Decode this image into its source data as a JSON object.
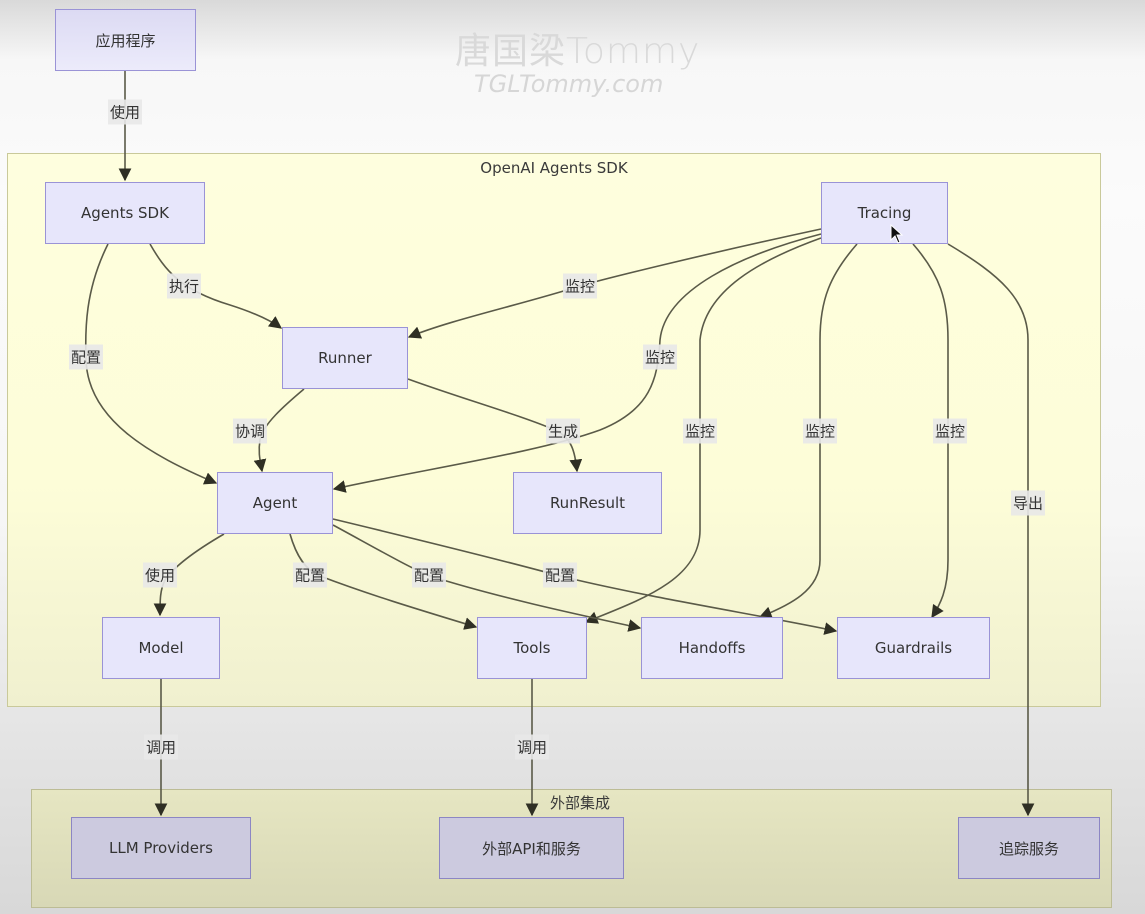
{
  "watermark": {
    "name": "唐国梁Tommy",
    "url": "TGLTommy.com"
  },
  "subgraphs": {
    "main": {
      "title": "OpenAI Agents SDK"
    },
    "external": {
      "title": "外部集成"
    }
  },
  "nodes": {
    "app": {
      "label": "应用程序"
    },
    "sdk": {
      "label": "Agents SDK"
    },
    "tracing": {
      "label": "Tracing"
    },
    "runner": {
      "label": "Runner"
    },
    "agent": {
      "label": "Agent"
    },
    "runresult": {
      "label": "RunResult"
    },
    "model": {
      "label": "Model"
    },
    "tools": {
      "label": "Tools"
    },
    "handoffs": {
      "label": "Handoffs"
    },
    "guardrails": {
      "label": "Guardrails"
    },
    "llm": {
      "label": "LLM Providers"
    },
    "extapi": {
      "label": "外部API和服务"
    },
    "tracesvc": {
      "label": "追踪服务"
    }
  },
  "edges": [
    {
      "id": "app-sdk",
      "from": "应用程序",
      "to": "Agents SDK",
      "label": "使用"
    },
    {
      "id": "sdk-runner",
      "from": "Agents SDK",
      "to": "Runner",
      "label": "执行"
    },
    {
      "id": "sdk-agent",
      "from": "Agents SDK",
      "to": "Agent",
      "label": "配置"
    },
    {
      "id": "runner-agent",
      "from": "Runner",
      "to": "Agent",
      "label": "协调"
    },
    {
      "id": "runner-runresult",
      "from": "Runner",
      "to": "RunResult",
      "label": "生成"
    },
    {
      "id": "tracing-runner",
      "from": "Tracing",
      "to": "Runner",
      "label": "监控"
    },
    {
      "id": "tracing-agent",
      "from": "Tracing",
      "to": "Agent",
      "label": "监控"
    },
    {
      "id": "tracing-tools",
      "from": "Tracing",
      "to": "Tools",
      "label": "监控"
    },
    {
      "id": "tracing-handoffs",
      "from": "Tracing",
      "to": "Handoffs",
      "label": "监控"
    },
    {
      "id": "tracing-guardrails",
      "from": "Tracing",
      "to": "Guardrails",
      "label": "监控"
    },
    {
      "id": "tracing-tracesvc",
      "from": "Tracing",
      "to": "追踪服务",
      "label": "导出"
    },
    {
      "id": "agent-model",
      "from": "Agent",
      "to": "Model",
      "label": "使用"
    },
    {
      "id": "agent-tools",
      "from": "Agent",
      "to": "Tools",
      "label": "配置"
    },
    {
      "id": "agent-handoffs",
      "from": "Agent",
      "to": "Handoffs",
      "label": "配置"
    },
    {
      "id": "agent-guardrails",
      "from": "Agent",
      "to": "Guardrails",
      "label": "配置"
    },
    {
      "id": "model-llm",
      "from": "Model",
      "to": "LLM Providers",
      "label": "调用"
    },
    {
      "id": "tools-extapi",
      "from": "Tools",
      "to": "外部API和服务",
      "label": "调用"
    }
  ],
  "colors": {
    "node_fill": "#e7e6fb",
    "node_border": "#9a93d6",
    "subgraph_fill": "#fefede",
    "edge": "#5a5a48"
  }
}
